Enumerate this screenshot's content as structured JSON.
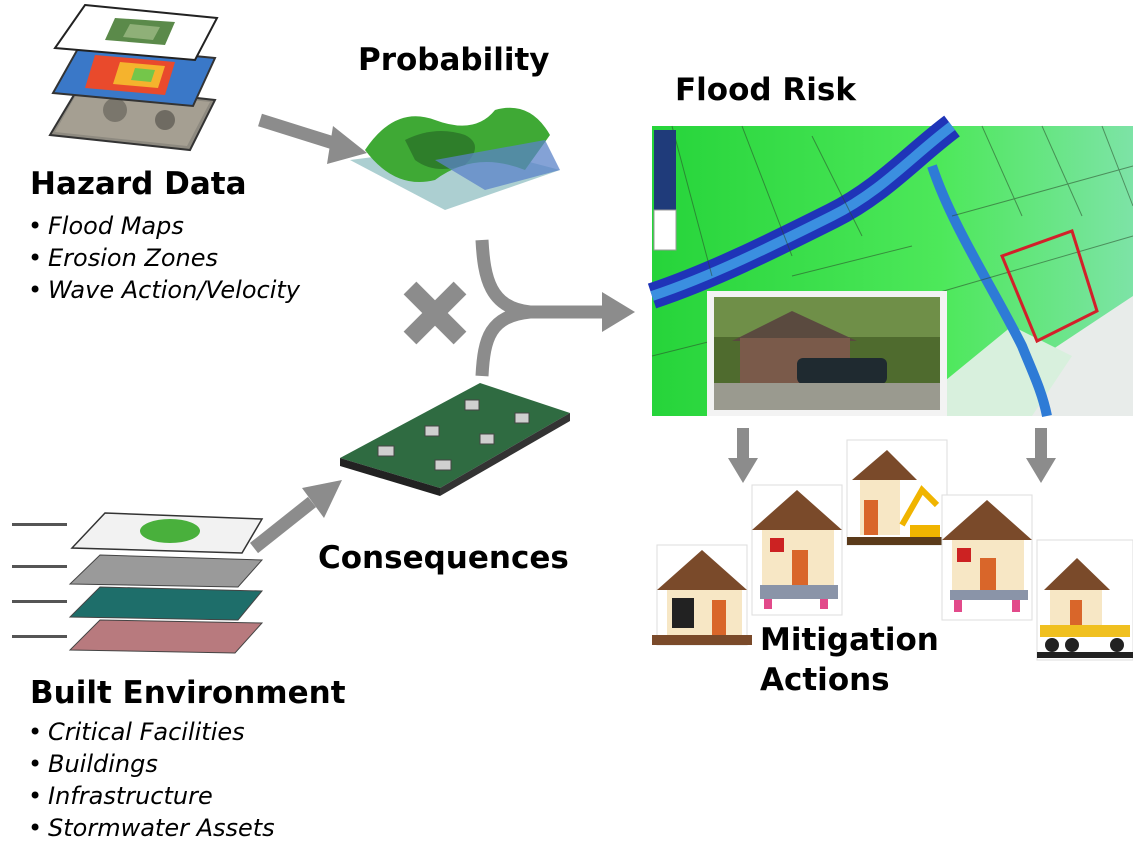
{
  "hazard": {
    "title": "Hazard Data",
    "items": [
      {
        "label": "Flood Maps"
      },
      {
        "label": "Erosion Zones"
      },
      {
        "label": "Wave Action/Velocity"
      }
    ]
  },
  "probability": {
    "title": "Probability"
  },
  "consequences": {
    "title": "Consequences"
  },
  "flood_risk": {
    "title": "Flood Risk"
  },
  "built": {
    "title": "Built Environment",
    "items": [
      {
        "label": "Critical Facilities"
      },
      {
        "label": "Buildings"
      },
      {
        "label": "Infrastructure"
      },
      {
        "label": "Stormwater Assets"
      }
    ]
  },
  "mitigation": {
    "line1": "Mitigation",
    "line2": "Actions"
  },
  "colors": {
    "arrow": "#8c8c8c",
    "map_green": "#33e23f",
    "stream_blue": "#1f34b8",
    "parcel_red": "#d3202a"
  }
}
